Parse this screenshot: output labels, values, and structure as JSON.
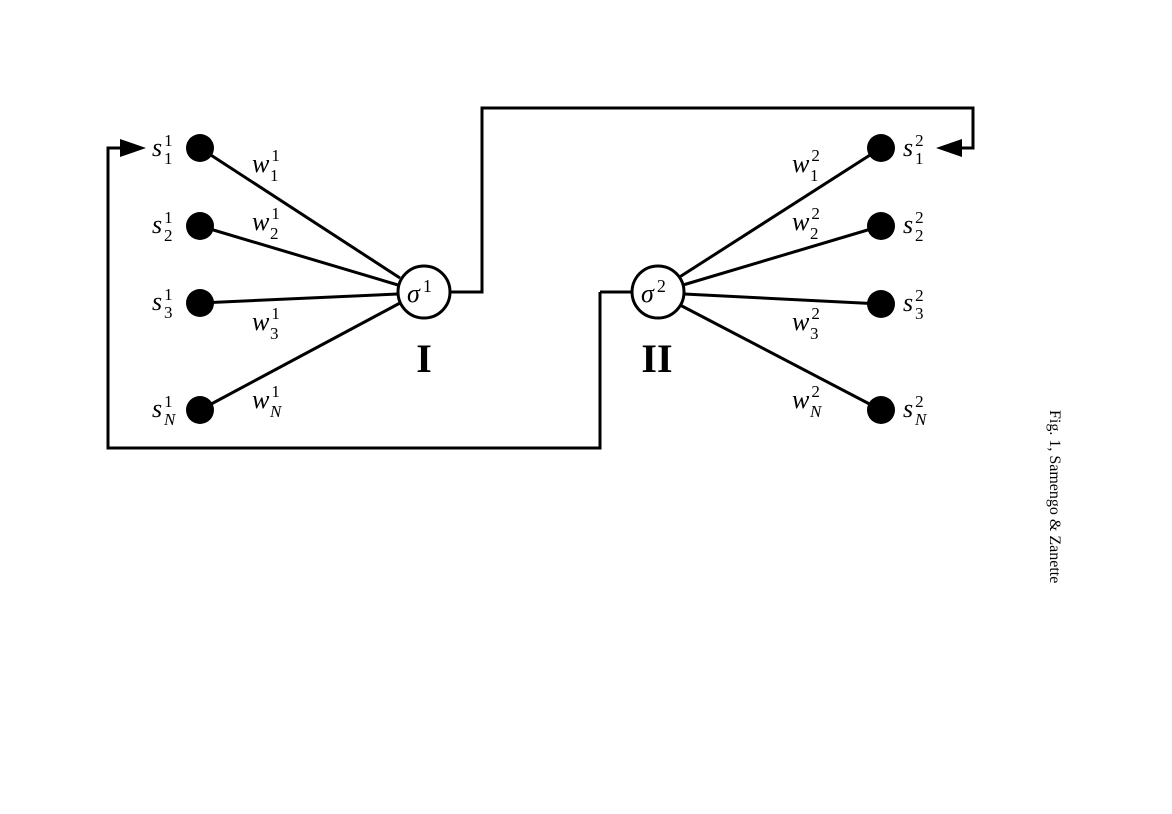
{
  "figure": {
    "caption": "Fig. 1, Samengo & Zanette",
    "network_1": {
      "label": "I",
      "node": {
        "base": "σ",
        "sup": "1"
      },
      "inputs": [
        {
          "s": {
            "base": "s",
            "sub": "1",
            "sup": "1"
          },
          "w": {
            "base": "w",
            "sub": "1",
            "sup": "1"
          }
        },
        {
          "s": {
            "base": "s",
            "sub": "2",
            "sup": "1"
          },
          "w": {
            "base": "w",
            "sub": "2",
            "sup": "1"
          }
        },
        {
          "s": {
            "base": "s",
            "sub": "3",
            "sup": "1"
          },
          "w": {
            "base": "w",
            "sub": "3",
            "sup": "1"
          }
        },
        {
          "s": {
            "base": "s",
            "sub": "N",
            "sup": "1"
          },
          "w": {
            "base": "w",
            "sub": "N",
            "sup": "1"
          }
        }
      ]
    },
    "network_2": {
      "label": "II",
      "node": {
        "base": "σ",
        "sup": "2"
      },
      "inputs": [
        {
          "s": {
            "base": "s",
            "sub": "1",
            "sup": "2"
          },
          "w": {
            "base": "w",
            "sub": "1",
            "sup": "2"
          }
        },
        {
          "s": {
            "base": "s",
            "sub": "2",
            "sup": "2"
          },
          "w": {
            "base": "w",
            "sub": "2",
            "sup": "2"
          }
        },
        {
          "s": {
            "base": "s",
            "sub": "3",
            "sup": "2"
          },
          "w": {
            "base": "w",
            "sub": "3",
            "sup": "2"
          }
        },
        {
          "s": {
            "base": "s",
            "sub": "N",
            "sup": "2"
          },
          "w": {
            "base": "w",
            "sub": "N",
            "sup": "2"
          }
        }
      ]
    }
  }
}
